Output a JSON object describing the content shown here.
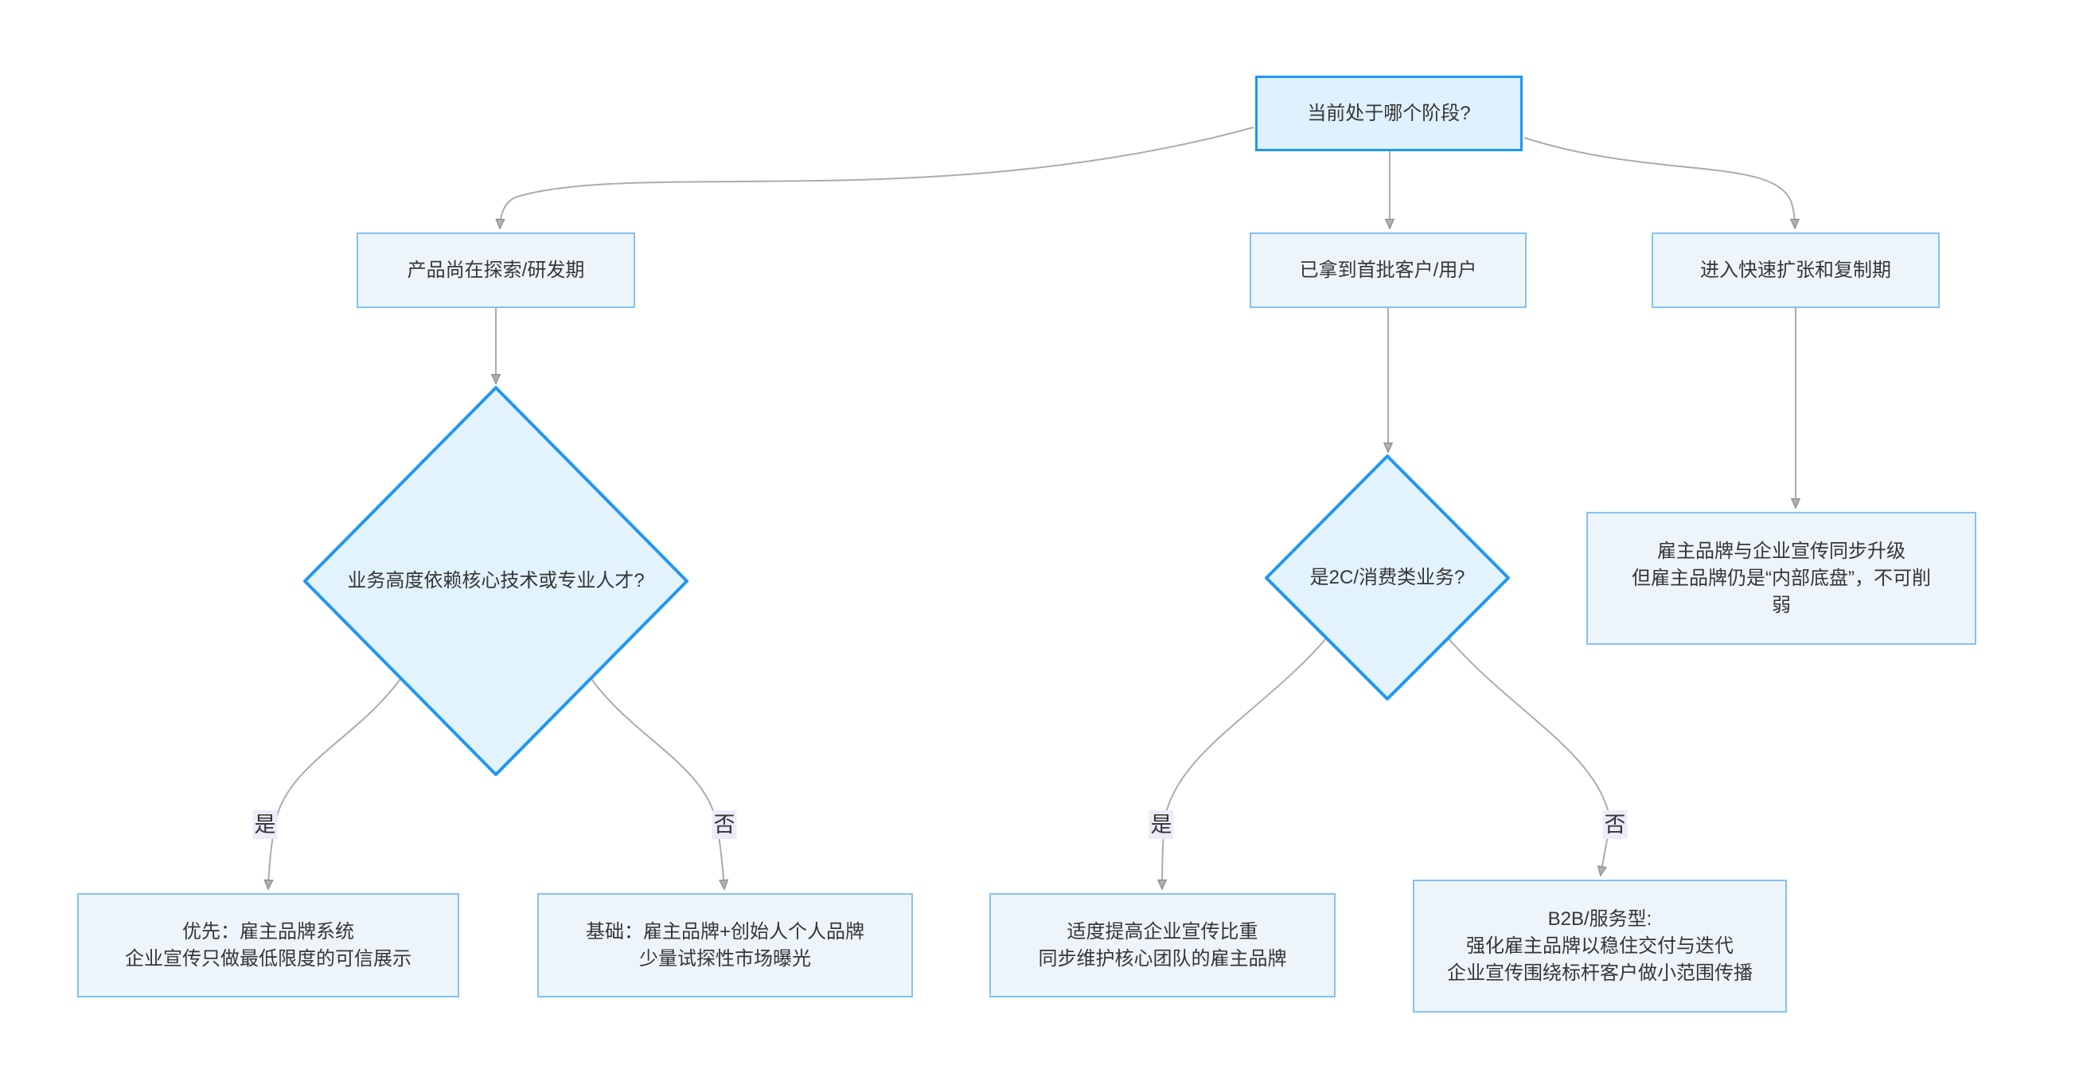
{
  "diagram": {
    "root": {
      "label": "当前处于哪个阶段?"
    },
    "stages": {
      "explore": {
        "label": "产品尚在探索/研发期"
      },
      "first_customers": {
        "label": "已拿到首批客户/用户"
      },
      "expansion": {
        "label": "进入快速扩张和复制期"
      }
    },
    "decisions": {
      "talent": {
        "label": "业务高度依赖核心技术或专业人才?"
      },
      "consumer": {
        "label": "是2C/消费类业务?"
      }
    },
    "outcomes": {
      "upgrade": {
        "lines": [
          "雇主品牌与企业宣传同步升级",
          "但雇主品牌仍是“内部底盘”，不可削",
          "弱"
        ]
      },
      "priority": {
        "lines": [
          "优先：雇主品牌系统",
          "企业宣传只做最低限度的可信展示"
        ]
      },
      "basic": {
        "lines": [
          "基础：雇主品牌+创始人个人品牌",
          "少量试探性市场曝光"
        ]
      },
      "moderate": {
        "lines": [
          "适度提高企业宣传比重",
          "同步维护核心团队的雇主品牌"
        ]
      },
      "b2b": {
        "lines": [
          "B2B/服务型:",
          "强化雇主品牌以稳住交付与迭代",
          "企业宣传围绕标杆客户做小范围传播"
        ]
      }
    },
    "edge_labels": {
      "talent_yes": "是",
      "talent_no": "否",
      "consumer_yes": "是",
      "consumer_no": "否"
    },
    "colors": {
      "decision_border": "#2196f3",
      "decision_fill": "#e1f2fd",
      "action_border": "#85c2f0",
      "action_fill": "#edf5fb",
      "edge_line": "#acacac",
      "edge_label_bg": "#ecebf9",
      "text": "#363636"
    }
  }
}
